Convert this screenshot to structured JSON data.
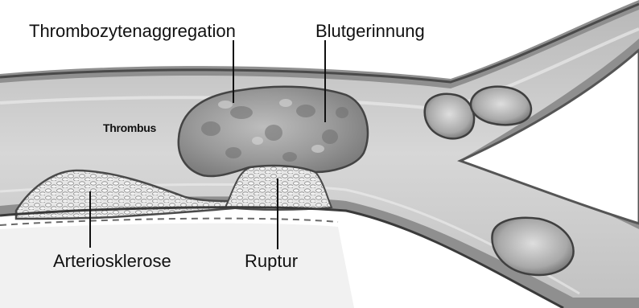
{
  "labels": {
    "thrombocyte_aggregation": "Thrombozytenaggregation",
    "blood_clotting": "Blutgerinnung",
    "thrombus": "Thrombus",
    "arteriosclerosis": "Arteriosklerose",
    "rupture": "Ruptur"
  }
}
